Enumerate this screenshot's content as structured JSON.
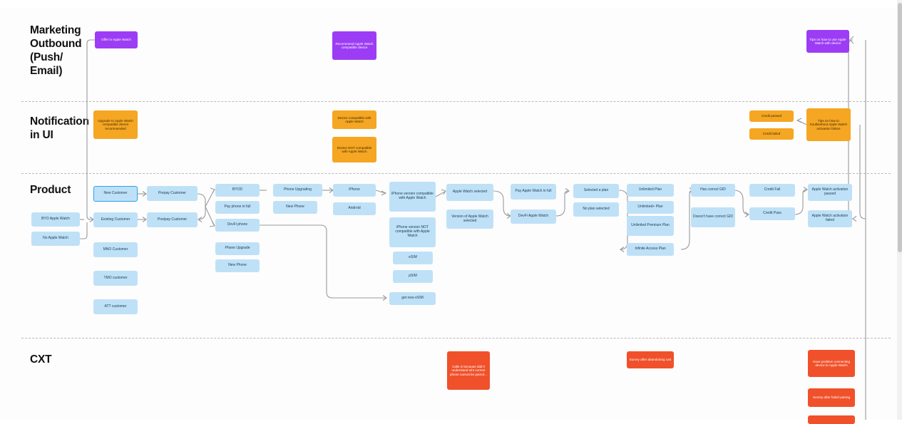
{
  "diagram": {
    "title": "Apple Watch activation customer journey swimlane",
    "colors": {
      "purple": "#9c3df5",
      "orange": "#f5a623",
      "blue": "#bfe1f7",
      "blue_selected_border": "#2aa3e8",
      "red": "#f0512a",
      "lane_divider": "#b9b9b9",
      "connector": "#9a9a9a",
      "background": "#fdfdfd"
    },
    "lanes": [
      {
        "id": "marketing",
        "label": "Marketing\nOutbound\n(Push/\nEmail)"
      },
      {
        "id": "notification",
        "label": "Notification\nin UI"
      },
      {
        "id": "product",
        "label": "Product"
      },
      {
        "id": "cxt",
        "label": "CXT"
      }
    ]
  },
  "nodes": {
    "marketing": [
      {
        "id": "m1",
        "label": "Offer in Apple Watch",
        "color": "purple"
      },
      {
        "id": "m2",
        "label": "Recommend Apple Watch compatible device",
        "color": "purple"
      },
      {
        "id": "m3",
        "label": "Tips on how to use Apple Watch with device",
        "color": "purple"
      }
    ],
    "notification": [
      {
        "id": "n1",
        "label": "Upgrade to Apple Watch compatible device recommended",
        "color": "orange"
      },
      {
        "id": "n2",
        "label": "Device compatible with Apple Watch",
        "color": "orange"
      },
      {
        "id": "n3",
        "label": "Device NOT compatible with Apple Watch",
        "color": "orange"
      },
      {
        "id": "n4",
        "label": "Credit passed",
        "color": "orange"
      },
      {
        "id": "n5",
        "label": "Credit failed",
        "color": "orange"
      },
      {
        "id": "n6",
        "label": "Tips on how to troubleshoot Apple Watch activation failure",
        "color": "orange"
      }
    ],
    "product": [
      {
        "id": "p01",
        "label": "BYO Apple Watch",
        "color": "blue"
      },
      {
        "id": "p02",
        "label": "No Apple Watch",
        "color": "blue"
      },
      {
        "id": "p03",
        "label": "New Customer",
        "color": "blue",
        "selected": true
      },
      {
        "id": "p04",
        "label": "Existing Customer",
        "color": "blue"
      },
      {
        "id": "p05",
        "label": "MNO Customer",
        "color": "blue"
      },
      {
        "id": "p06",
        "label": "TMO customer",
        "color": "blue"
      },
      {
        "id": "p07",
        "label": "ATT customer",
        "color": "blue"
      },
      {
        "id": "p08",
        "label": "Prepay Customer",
        "color": "blue"
      },
      {
        "id": "p09",
        "label": "Postpay Customer",
        "color": "blue"
      },
      {
        "id": "p10",
        "label": "BYOD",
        "color": "blue"
      },
      {
        "id": "p11",
        "label": "Pay phone in full",
        "color": "blue"
      },
      {
        "id": "p12",
        "label": "DevFi phone",
        "color": "blue"
      },
      {
        "id": "p13",
        "label": "Phone Upgrade",
        "color": "blue"
      },
      {
        "id": "p14",
        "label": "New Phone",
        "color": "blue"
      },
      {
        "id": "p15",
        "label": "Phone Upgrading",
        "color": "blue"
      },
      {
        "id": "p16",
        "label": "New Phone",
        "color": "blue"
      },
      {
        "id": "p17",
        "label": "iPhone",
        "color": "blue"
      },
      {
        "id": "p18",
        "label": "Android",
        "color": "blue"
      },
      {
        "id": "p19",
        "label": "iPhone version compatible with Apple Watch",
        "color": "blue"
      },
      {
        "id": "p20",
        "label": "iPhone version NOT compatible with Apple Watch",
        "color": "blue"
      },
      {
        "id": "p21",
        "label": "eSIM",
        "color": "blue"
      },
      {
        "id": "p22",
        "label": "pSIM",
        "color": "blue"
      },
      {
        "id": "p23",
        "label": "get new eSIM",
        "color": "blue"
      },
      {
        "id": "p24",
        "label": "Apple Watch selected",
        "color": "blue"
      },
      {
        "id": "p25",
        "label": "Version of Apple Watch selected",
        "color": "blue"
      },
      {
        "id": "p26",
        "label": "Pay Apple Watch in full",
        "color": "blue"
      },
      {
        "id": "p27",
        "label": "DevFi Apple Watch",
        "color": "blue"
      },
      {
        "id": "p28",
        "label": "Selected a plan",
        "color": "blue"
      },
      {
        "id": "p29",
        "label": "No plan selected",
        "color": "blue"
      },
      {
        "id": "p30",
        "label": "Unlimited Plan",
        "color": "blue"
      },
      {
        "id": "p31",
        "label": "Unlimited+ Plan",
        "color": "blue"
      },
      {
        "id": "p32",
        "label": "Unlimited Premium Plan",
        "color": "blue"
      },
      {
        "id": "p33",
        "label": "Infinite Access Plan",
        "color": "blue"
      },
      {
        "id": "p34",
        "label": "Has correct GID",
        "color": "blue"
      },
      {
        "id": "p35",
        "label": "Doesn't have correct GID",
        "color": "blue"
      },
      {
        "id": "p36",
        "label": "Credit Fail",
        "color": "blue"
      },
      {
        "id": "p37",
        "label": "Credit Pass",
        "color": "blue"
      },
      {
        "id": "p38",
        "label": "Apple Watch activation passed",
        "color": "blue"
      },
      {
        "id": "p39",
        "label": "Apple Watch activation failed",
        "color": "blue"
      }
    ],
    "cxt": [
      {
        "id": "c1",
        "label": "Calls in because didn't understand wht current phone cannot be paired...",
        "color": "red"
      },
      {
        "id": "c2",
        "label": "Survey after abandoning cart",
        "color": "red"
      },
      {
        "id": "c3",
        "label": "Have problem connecting device to Apple Watch",
        "color": "red"
      },
      {
        "id": "c4",
        "label": "Survey after failed pairing",
        "color": "red"
      },
      {
        "id": "c5",
        "label": "",
        "color": "red"
      }
    ]
  }
}
